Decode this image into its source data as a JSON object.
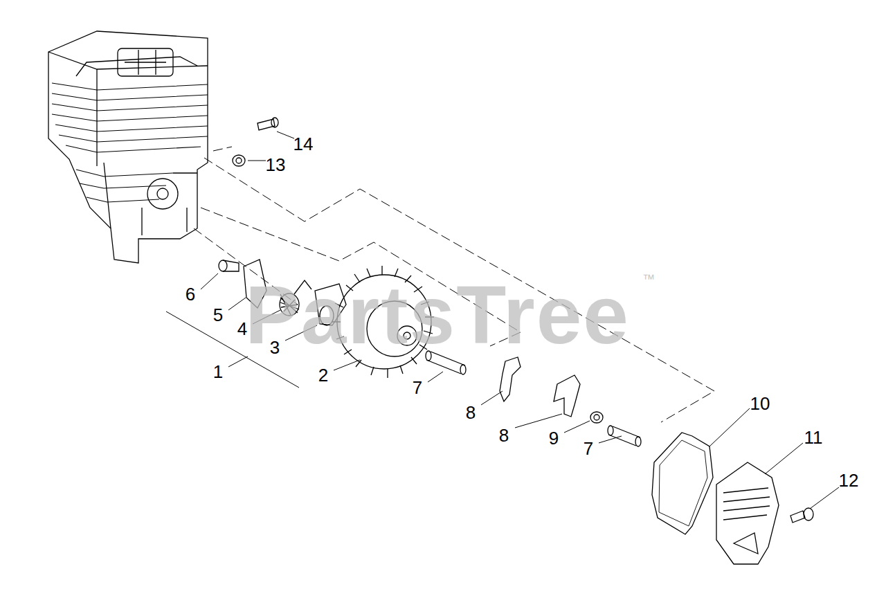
{
  "diagram": {
    "labels": [
      "14",
      "13",
      "6",
      "5",
      "4",
      "3",
      "1",
      "2",
      "7",
      "8",
      "8",
      "9",
      "7",
      "10",
      "11",
      "12",
      "PartsTree",
      "™"
    ]
  }
}
